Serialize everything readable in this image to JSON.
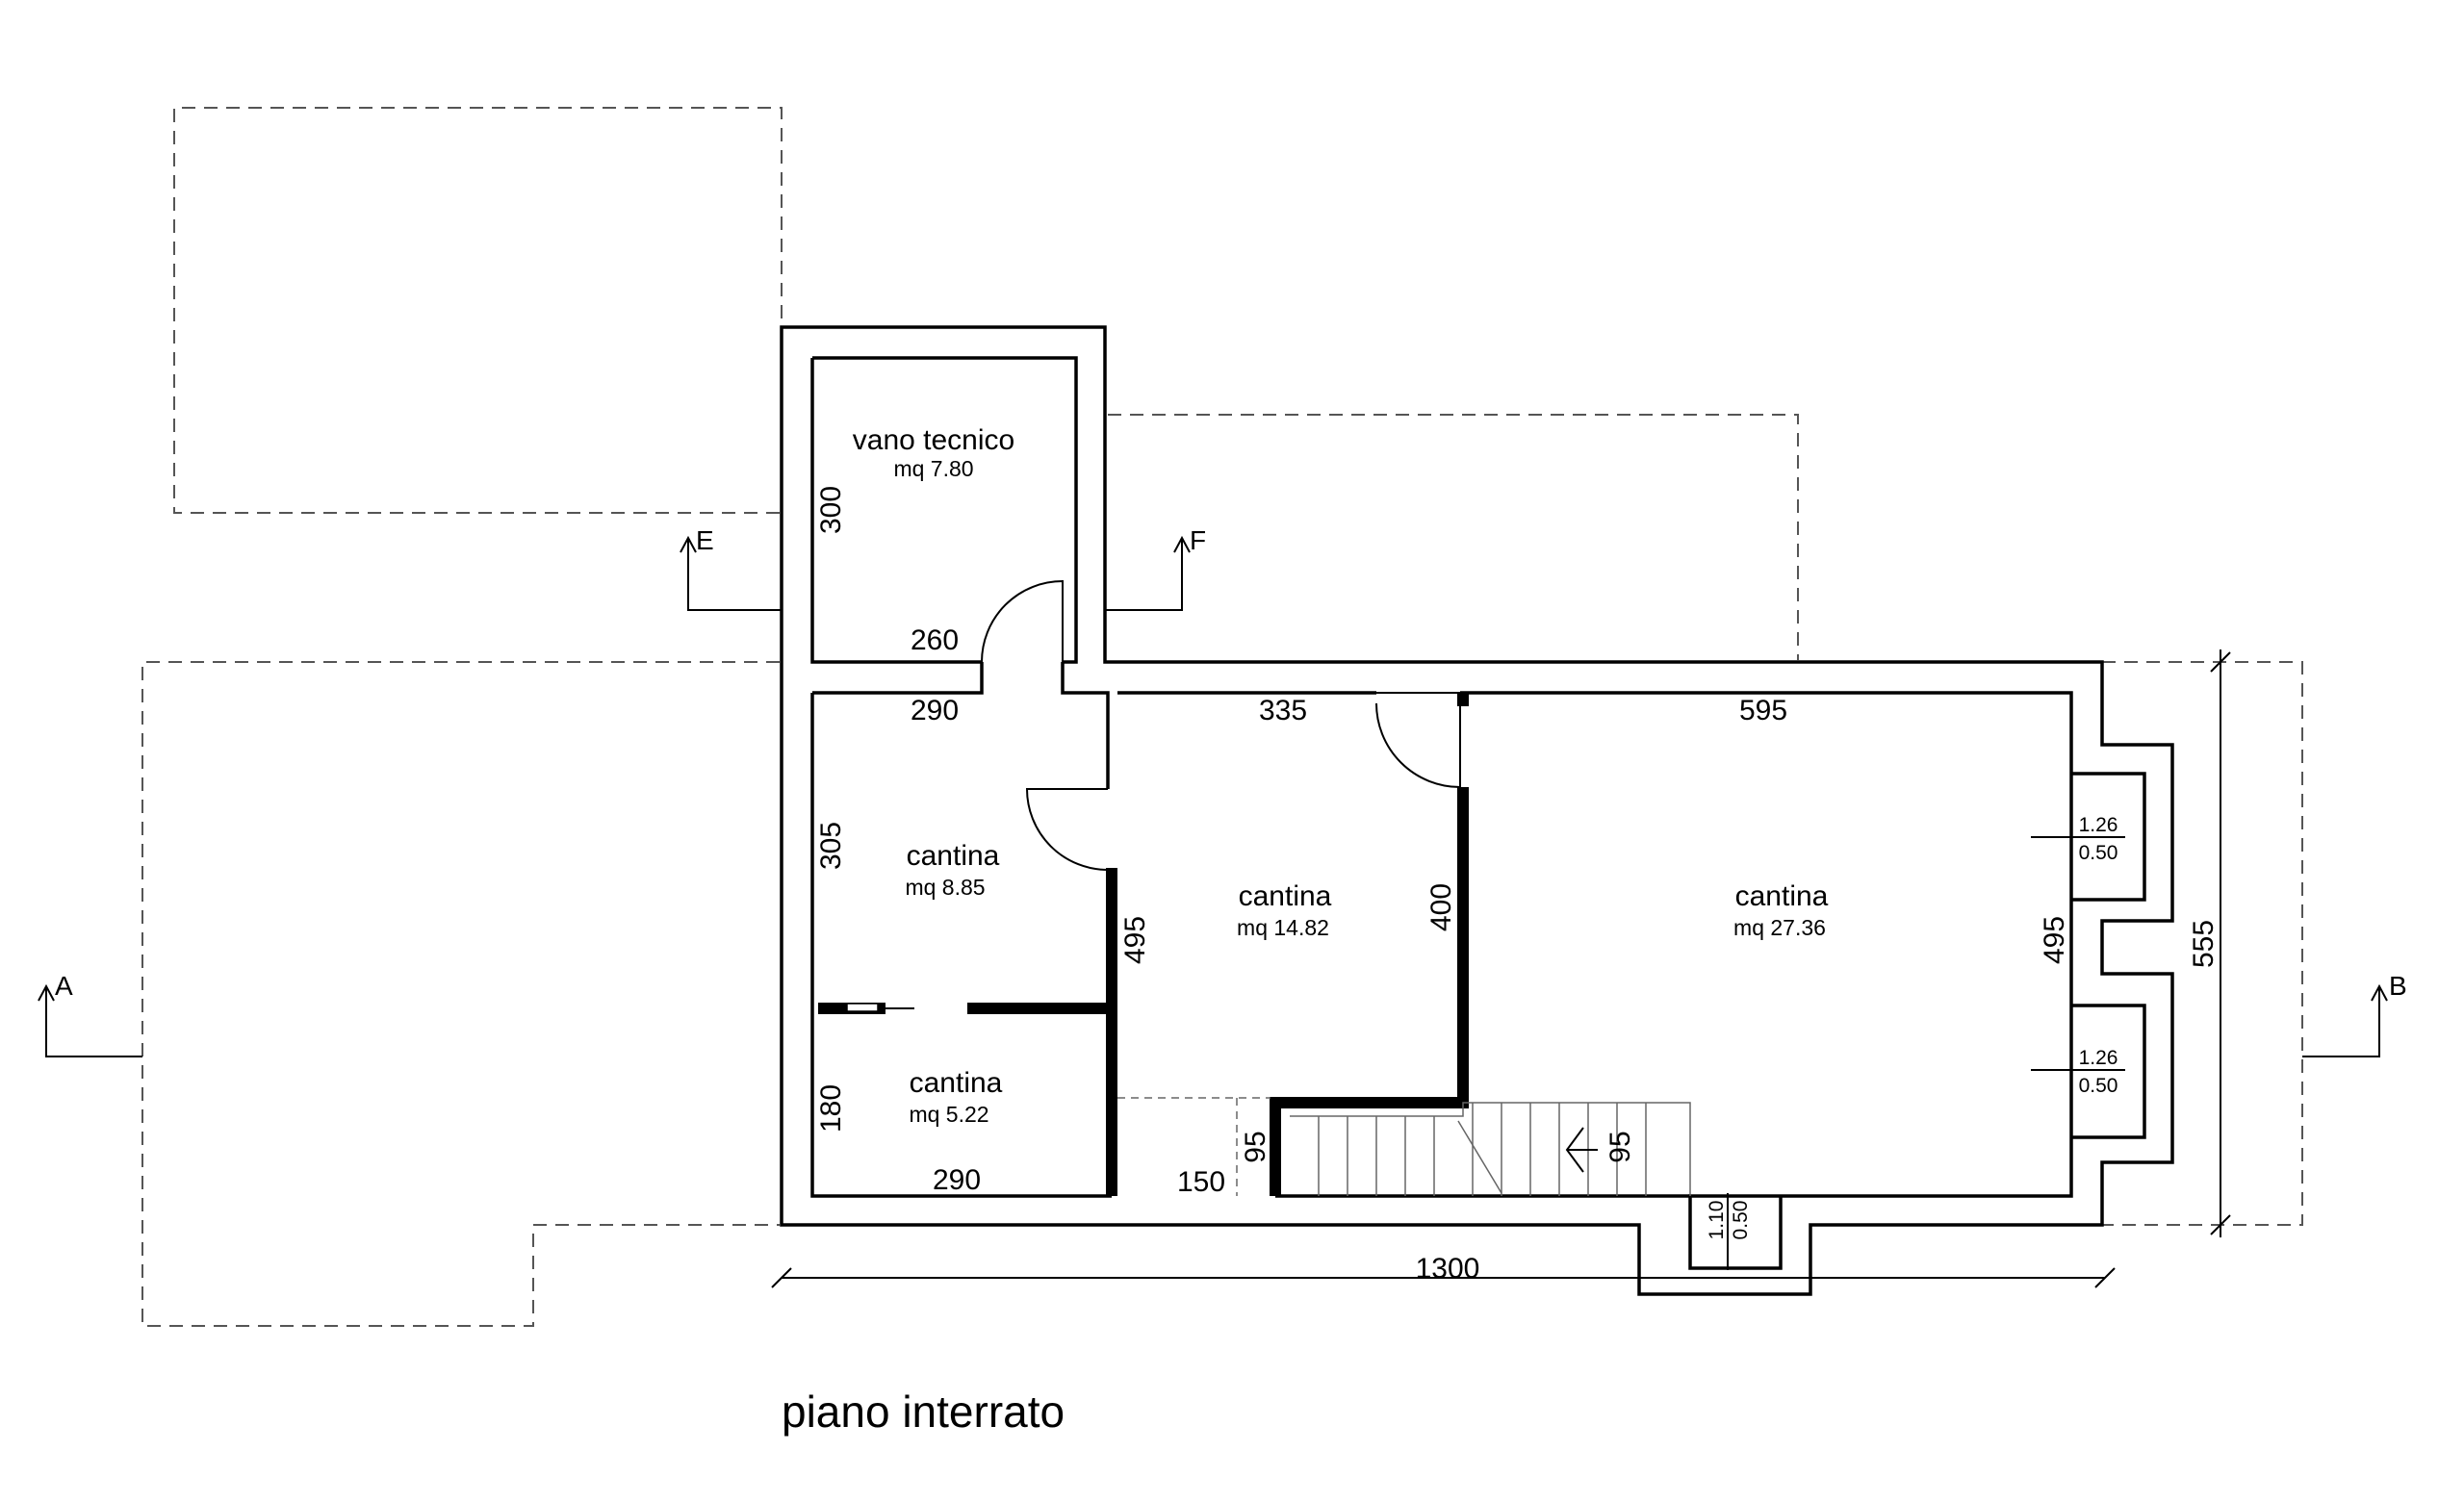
{
  "title": "piano interrato",
  "rooms": [
    {
      "name": "vano tecnico",
      "area": "mq 7.80"
    },
    {
      "name": "cantina",
      "area": "mq 8.85"
    },
    {
      "name": "cantina",
      "area": "mq 5.22"
    },
    {
      "name": "cantina",
      "area": "mq 14.82"
    },
    {
      "name": "cantina",
      "area": "mq 27.36"
    }
  ],
  "dimensions": {
    "vano_h": "300",
    "vano_w": "260",
    "c1_w": "290",
    "c1_h": "305",
    "c2_h": "180",
    "c2_w": "290",
    "c3_w": "335",
    "c3_h": "495",
    "stair_w": "150",
    "stair_h": "95",
    "stair_h2": "95",
    "partition_h": "400",
    "c4_w": "595",
    "c4_h": "495",
    "total_h": "555",
    "total_w": "1300"
  },
  "windows": [
    {
      "top": "1.26",
      "bottom": "0.50"
    },
    {
      "top": "1.26",
      "bottom": "0.50"
    },
    {
      "top": "1.10",
      "bottom": "0.50"
    }
  ],
  "section_markers": [
    "A",
    "B",
    "E",
    "F"
  ]
}
